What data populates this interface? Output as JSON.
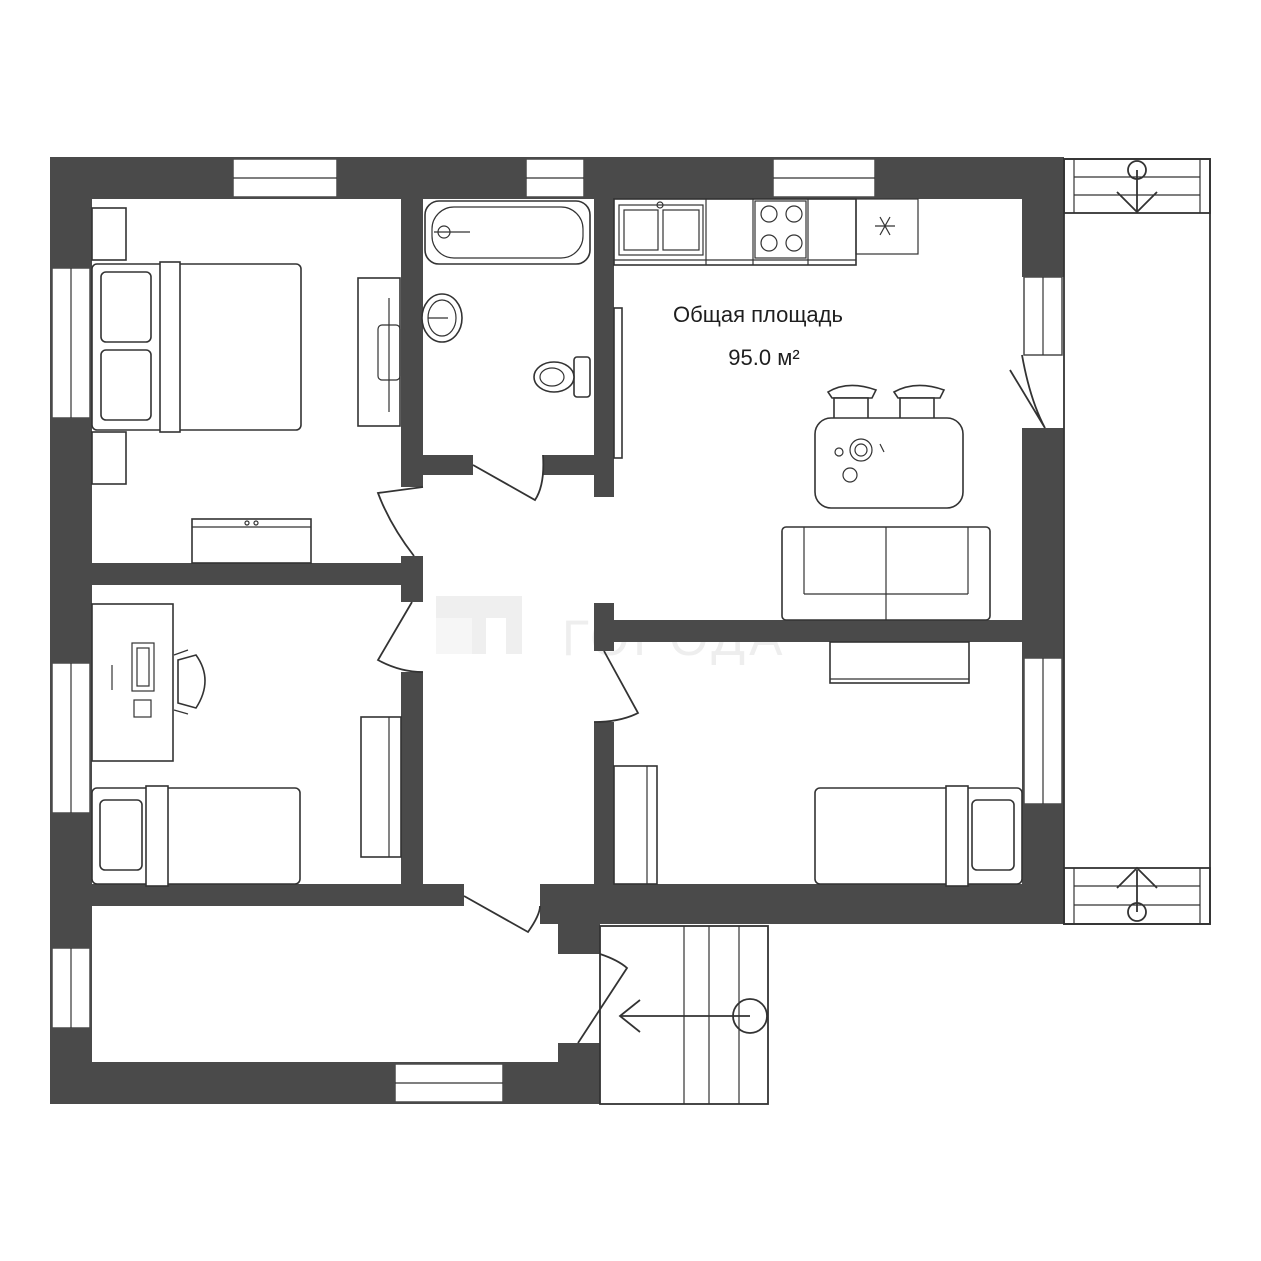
{
  "plan": {
    "area_label": "Общая площадь",
    "area_value": "95.0 м²",
    "watermark_text": "ГОРОДА",
    "watermark_logo": "logo-icon"
  }
}
